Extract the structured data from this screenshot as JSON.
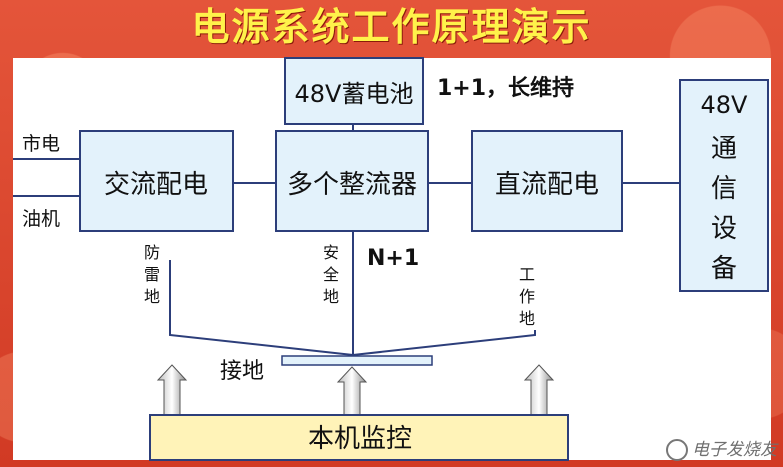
{
  "title": "电源系统工作原理演示",
  "nodes": {
    "battery": "48V蓄电池",
    "ac_dist": "交流配电",
    "rectifiers": "多个整流器",
    "dc_dist": "直流配电",
    "equipment": "48V通信设备",
    "monitor": "本机监控"
  },
  "labels": {
    "redundancy_battery": "1+1，长维持",
    "redundancy_rectifier": "N+1",
    "mains": "市电",
    "generator": "油机",
    "lightning_ground": "防雷地",
    "safety_ground": "安全地",
    "working_ground": "工作地",
    "ground": "接地"
  },
  "watermark": "电子发烧友"
}
